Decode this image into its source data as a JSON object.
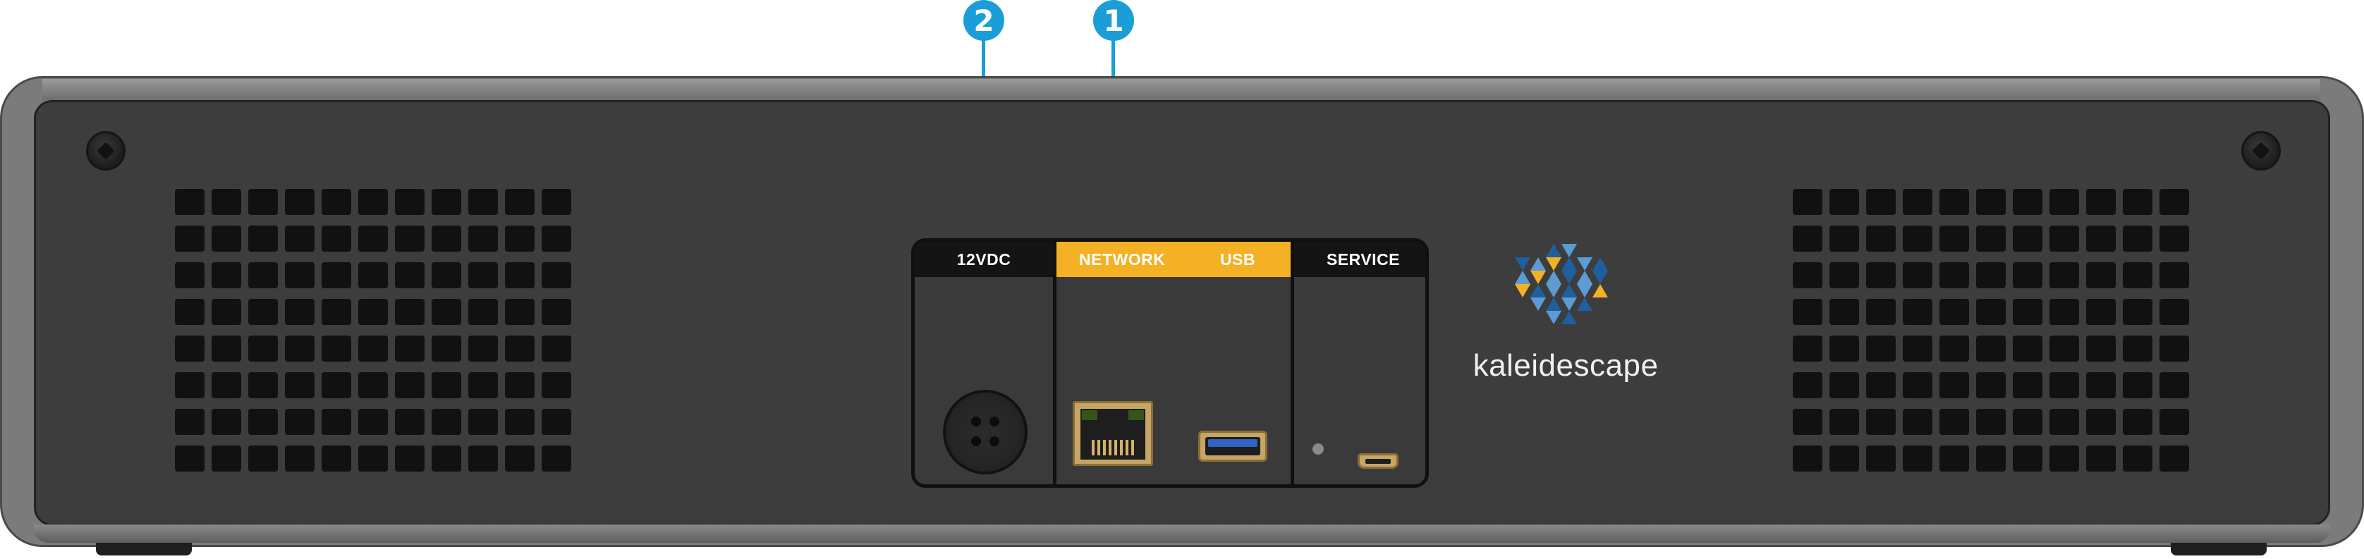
{
  "callouts": [
    {
      "number": "2",
      "target": "dc-power-port",
      "color": "#1b9ed8"
    },
    {
      "number": "1",
      "target": "network-port",
      "color": "#1b9ed8"
    }
  ],
  "io_panel": {
    "power_label": "12VDC",
    "network_label": "NETWORK",
    "usb_label": "USB",
    "service_label": "SERVICE",
    "accent_color": "#f5b125"
  },
  "brand": {
    "name": "kaleidescape",
    "logo_colors": [
      "#1f5f9e",
      "#5c9bd3",
      "#f5b125"
    ]
  },
  "colors": {
    "chassis_face": "#3d3d3d",
    "chassis_frame": "#7b7b7b"
  }
}
